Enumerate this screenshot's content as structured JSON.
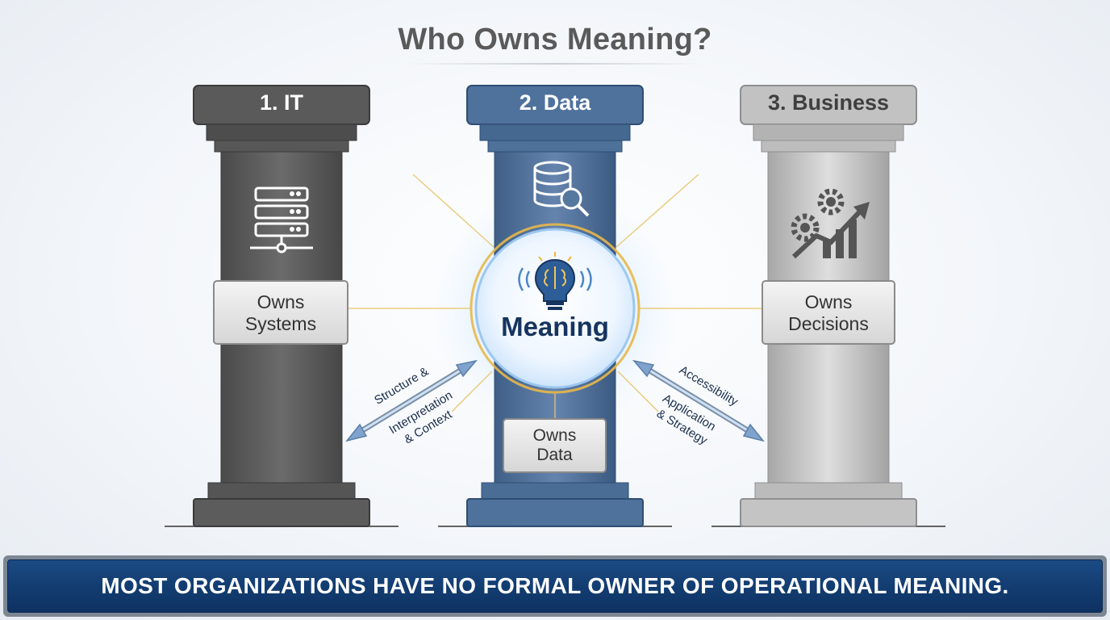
{
  "title": "Who Owns Meaning?",
  "pillars": [
    {
      "label": "1. IT",
      "role": [
        "Owns",
        "Systems"
      ],
      "icon": "server-icon"
    },
    {
      "label": "2. Data",
      "role": [
        "Owns",
        "Data"
      ],
      "icon": "database-search-icon"
    },
    {
      "label": "3. Business",
      "role": [
        "Owns",
        "Decisions"
      ],
      "icon": "gears-growth-chart-icon"
    }
  ],
  "center": {
    "label": "Meaning",
    "icon": "brain-lightbulb-icon"
  },
  "connectors": {
    "left": [
      "Structure &",
      "Interpretation",
      "& Context"
    ],
    "right": [
      "Accessibility",
      "Application",
      "& Strategy"
    ]
  },
  "banner": "MOST ORGANIZATIONS HAVE NO FORMAL OWNER OF OPERATIONAL MEANING.",
  "colors": {
    "it": "#5c5c5c",
    "data": "#4d6f98",
    "business": "#bdbdbd",
    "meaning_text": "#16345e",
    "banner": "#123c70"
  }
}
